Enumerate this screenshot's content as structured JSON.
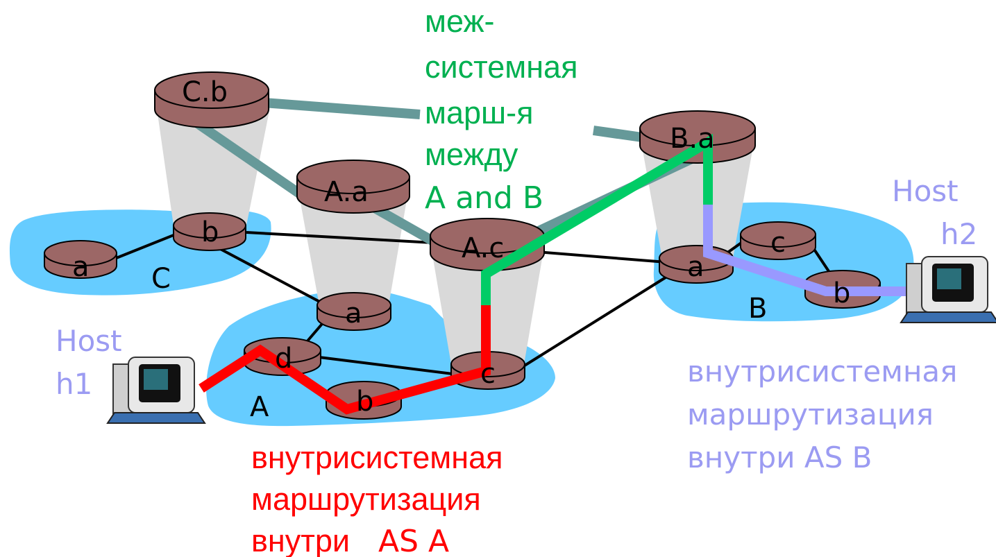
{
  "colors": {
    "as_cloud": "#66ccff",
    "router_fill": "#9c6766",
    "cone_fill": "#d9d9d9",
    "inter_link": "#669999",
    "green_path": "#00cc66",
    "red_path": "#ff0000",
    "blue_path": "#9999ff",
    "link": "#000000"
  },
  "as_labels": {
    "as_a": "A",
    "as_b": "B",
    "as_c": "C"
  },
  "routers": {
    "cb": "C.b",
    "ca_low": "a",
    "cb_low": "b",
    "aa": "A.a",
    "ac": "A.c",
    "a_a": "a",
    "a_d": "d",
    "a_b": "b",
    "a_c": "c",
    "ba": "B.a",
    "b_a": "a",
    "b_c": "c",
    "b_b": "b"
  },
  "hosts": {
    "h1": {
      "line1": "Host",
      "line2": "h1",
      "icon": "computer-icon"
    },
    "h2": {
      "line1": "Host",
      "line2": "h2",
      "icon": "computer-icon"
    }
  },
  "captions": {
    "inter": {
      "l1": "меж-",
      "l2": "системная",
      "l3": "марш-я",
      "l4": "между",
      "l5": "A and B"
    },
    "intra_a": {
      "l1": "внутрисистемная",
      "l2": "маршрутизация",
      "l3": "внутри",
      "l4": "AS A"
    },
    "intra_b": {
      "l1": "внутрисистемная",
      "l2": "маршрутизация",
      "l3": "внутри AS B"
    }
  }
}
